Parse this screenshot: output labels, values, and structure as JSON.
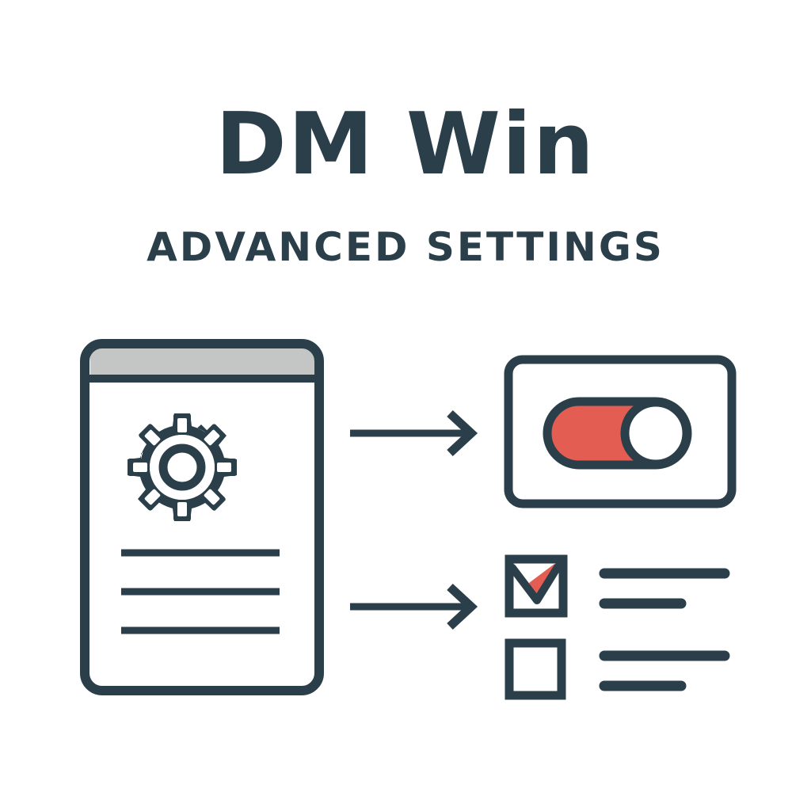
{
  "header": {
    "title": "DM Win",
    "subtitle": "ADVANCED SETTINGS"
  },
  "illustration": {
    "settings_window": {
      "icon": "gear-icon",
      "titlebar_color": "#c4c6c5",
      "text_lines": 3
    },
    "arrows": [
      {
        "icon": "arrow-right-icon",
        "target": "toggle-panel"
      },
      {
        "icon": "arrow-right-icon",
        "target": "checkbox-list"
      }
    ],
    "toggle_panel": {
      "toggle_state": "on",
      "accent_color": "#e35d52"
    },
    "checkbox_list": {
      "items": [
        {
          "checked": true,
          "lines": 2
        },
        {
          "checked": false,
          "lines": 2
        }
      ],
      "check_color": "#e35d52"
    }
  },
  "colors": {
    "stroke": "#2b3f4a",
    "accent": "#e35d52",
    "titlebar": "#c4c6c5",
    "background": "#ffffff"
  }
}
